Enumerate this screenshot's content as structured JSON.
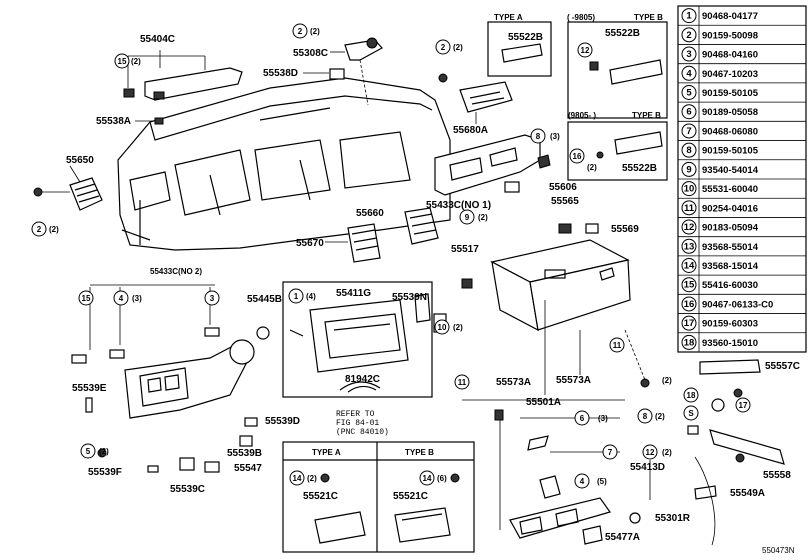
{
  "callouts": {
    "p55404C": "55404C",
    "p55308C": "55308C",
    "p55538D": "55538D",
    "p55538A": "55538A",
    "p55650": "55650",
    "p55680A": "55680A",
    "p55522B_a": "55522B",
    "p55522B_b": "55522B",
    "p55522B_c": "55522B",
    "p55606": "55606",
    "p55433C_n1": "55433C(NO 1)",
    "p55565": "55565",
    "p55569": "55569",
    "p55660": "55660",
    "p55670": "55670",
    "p55517": "55517",
    "p55433C_n2": "55433C(NO 2)",
    "p55445B": "55445B",
    "p55411G": "55411G",
    "p55539N": "55539N",
    "p81942C": "81942C",
    "p55539E": "55539E",
    "p55539D": "55539D",
    "p55539B": "55539B",
    "p55539F": "55539F",
    "p55539C": "55539C",
    "p55547": "55547",
    "p55573A_a": "55573A",
    "p55573A_b": "55573A",
    "p55501A": "55501A",
    "p55557C": "55557C",
    "p55413D": "55413D",
    "p55558": "55558",
    "p55549A": "55549A",
    "p55301R": "55301R",
    "p55477A": "55477A",
    "p55521C_a": "55521C",
    "p55521C_b": "55521C"
  },
  "qty": {
    "q2": "(2)",
    "q3": "(3)",
    "q4": "(4)",
    "q5": "(5)",
    "q6": "(6)"
  },
  "type_labels": {
    "type_a": "TYPE A",
    "type_b": "TYPE B",
    "range_9805_before": "(   -9805)",
    "range_9805_after": "(9805-   )",
    "S": "S"
  },
  "reference_note": {
    "line1": "REFER TO",
    "line2": "FIG 84-01",
    "line3": "(PNC 84010)"
  },
  "diagram_code": "550473N",
  "parts_table": [
    {
      "ref": "1",
      "part_no": "90468-04177"
    },
    {
      "ref": "2",
      "part_no": "90159-50098"
    },
    {
      "ref": "3",
      "part_no": "90468-04160"
    },
    {
      "ref": "4",
      "part_no": "90467-10203"
    },
    {
      "ref": "5",
      "part_no": "90159-50105"
    },
    {
      "ref": "6",
      "part_no": "90189-05058"
    },
    {
      "ref": "7",
      "part_no": "90468-06080"
    },
    {
      "ref": "8",
      "part_no": "90159-50105"
    },
    {
      "ref": "9",
      "part_no": "93540-54014"
    },
    {
      "ref": "10",
      "part_no": "55531-60040"
    },
    {
      "ref": "11",
      "part_no": "90254-04016"
    },
    {
      "ref": "12",
      "part_no": "90183-05094"
    },
    {
      "ref": "13",
      "part_no": "93568-55014"
    },
    {
      "ref": "14",
      "part_no": "93568-15014"
    },
    {
      "ref": "15",
      "part_no": "55416-60030"
    },
    {
      "ref": "16",
      "part_no": "90467-06133-C0"
    },
    {
      "ref": "17",
      "part_no": "90159-60303"
    },
    {
      "ref": "18",
      "part_no": "93560-15010"
    }
  ]
}
